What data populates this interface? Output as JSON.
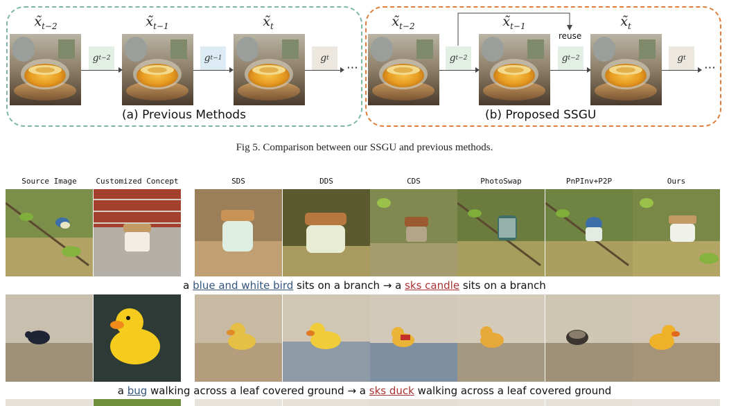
{
  "diagram": {
    "panel_a": {
      "caption": "(a) Previous Methods",
      "states": [
        {
          "base": "x̃",
          "sub": "t−2"
        },
        {
          "base": "x̃",
          "sub": "t−1"
        },
        {
          "base": "x̃",
          "sub": "t"
        }
      ],
      "grads": [
        {
          "base": "g",
          "sub": "t−2"
        },
        {
          "base": "g",
          "sub": "t−1"
        },
        {
          "base": "g",
          "sub": "t"
        }
      ],
      "ellipsis": "⋯"
    },
    "panel_b": {
      "caption": "(b) Proposed SSGU",
      "states": [
        {
          "base": "x̃",
          "sub": "t−2"
        },
        {
          "base": "x̃",
          "sub": "t−1"
        },
        {
          "base": "x̃",
          "sub": "t"
        }
      ],
      "grads": [
        {
          "base": "g",
          "sub": "t−2"
        },
        {
          "base": "g",
          "sub": "t−2"
        },
        {
          "base": "g",
          "sub": "t"
        }
      ],
      "reuse_label": "reuse",
      "ellipsis": "⋯"
    },
    "colors": {
      "panel_a": "#7fb5a3",
      "panel_b": "#e07f3c"
    }
  },
  "figure_caption": "Fig 5. Comparison between our SSGU and previous methods.",
  "grid": {
    "columns": [
      "Source Image",
      "Customized Concept",
      "SDS",
      "DDS",
      "CDS",
      "PhotoSwap",
      "PnPInv+P2P",
      "Ours"
    ],
    "rows": [
      {
        "prompt_pre": "a ",
        "source_phrase": "blue and white bird",
        "prompt_mid": " sits on a branch → a ",
        "target_phrase": "sks candle",
        "prompt_post": " sits on a branch"
      },
      {
        "prompt_pre": "a ",
        "source_phrase": "bug",
        "prompt_mid": " walking across a leaf covered ground → a ",
        "target_phrase": "sks duck",
        "prompt_post": " walking across a leaf covered ground"
      }
    ]
  }
}
